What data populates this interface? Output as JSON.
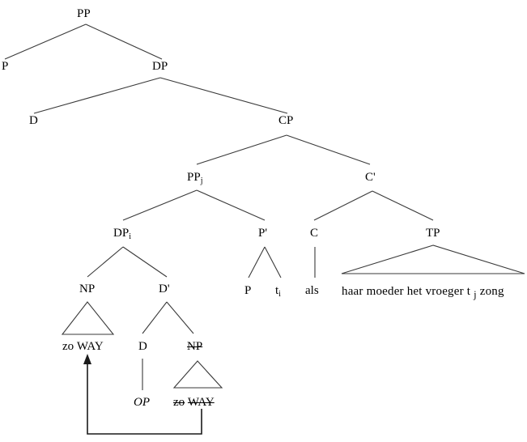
{
  "diagram": {
    "type": "syntactic-tree",
    "language": "Dutch",
    "nodes": {
      "pp_root": "PP",
      "p_left": "P",
      "dp": "DP",
      "d": "D",
      "cp": "CP",
      "pp_j": "PP",
      "pp_j_sub": "j",
      "c_bar": "C'",
      "dp_i": "DP",
      "dp_i_sub": "i",
      "p_bar": "P'",
      "c": "C",
      "tp": "TP",
      "np_upper": "NP",
      "d_bar": "D'",
      "d_lower": "D",
      "np_lower": "NP"
    },
    "terminals": {
      "np_upper_text_a": "zo",
      "np_upper_text_b": "WAY",
      "p_bar_p": "P",
      "p_bar_trace": "t",
      "p_bar_trace_sub": "i",
      "c_als": "als",
      "d_lower_op": "OP",
      "np_lower_text_a": "zo",
      "np_lower_text_b": "WAY",
      "tp_string_1": "haar",
      "tp_string_2": "moeder",
      "tp_string_3": "het",
      "tp_string_4": "vroeger",
      "tp_trace": "t",
      "tp_trace_sub": "j",
      "tp_string_5": "zong"
    },
    "colors": {
      "line": "#3a3a3a",
      "arrow": "#1a1a1a",
      "text": "#000000",
      "background": "#ffffff"
    }
  }
}
